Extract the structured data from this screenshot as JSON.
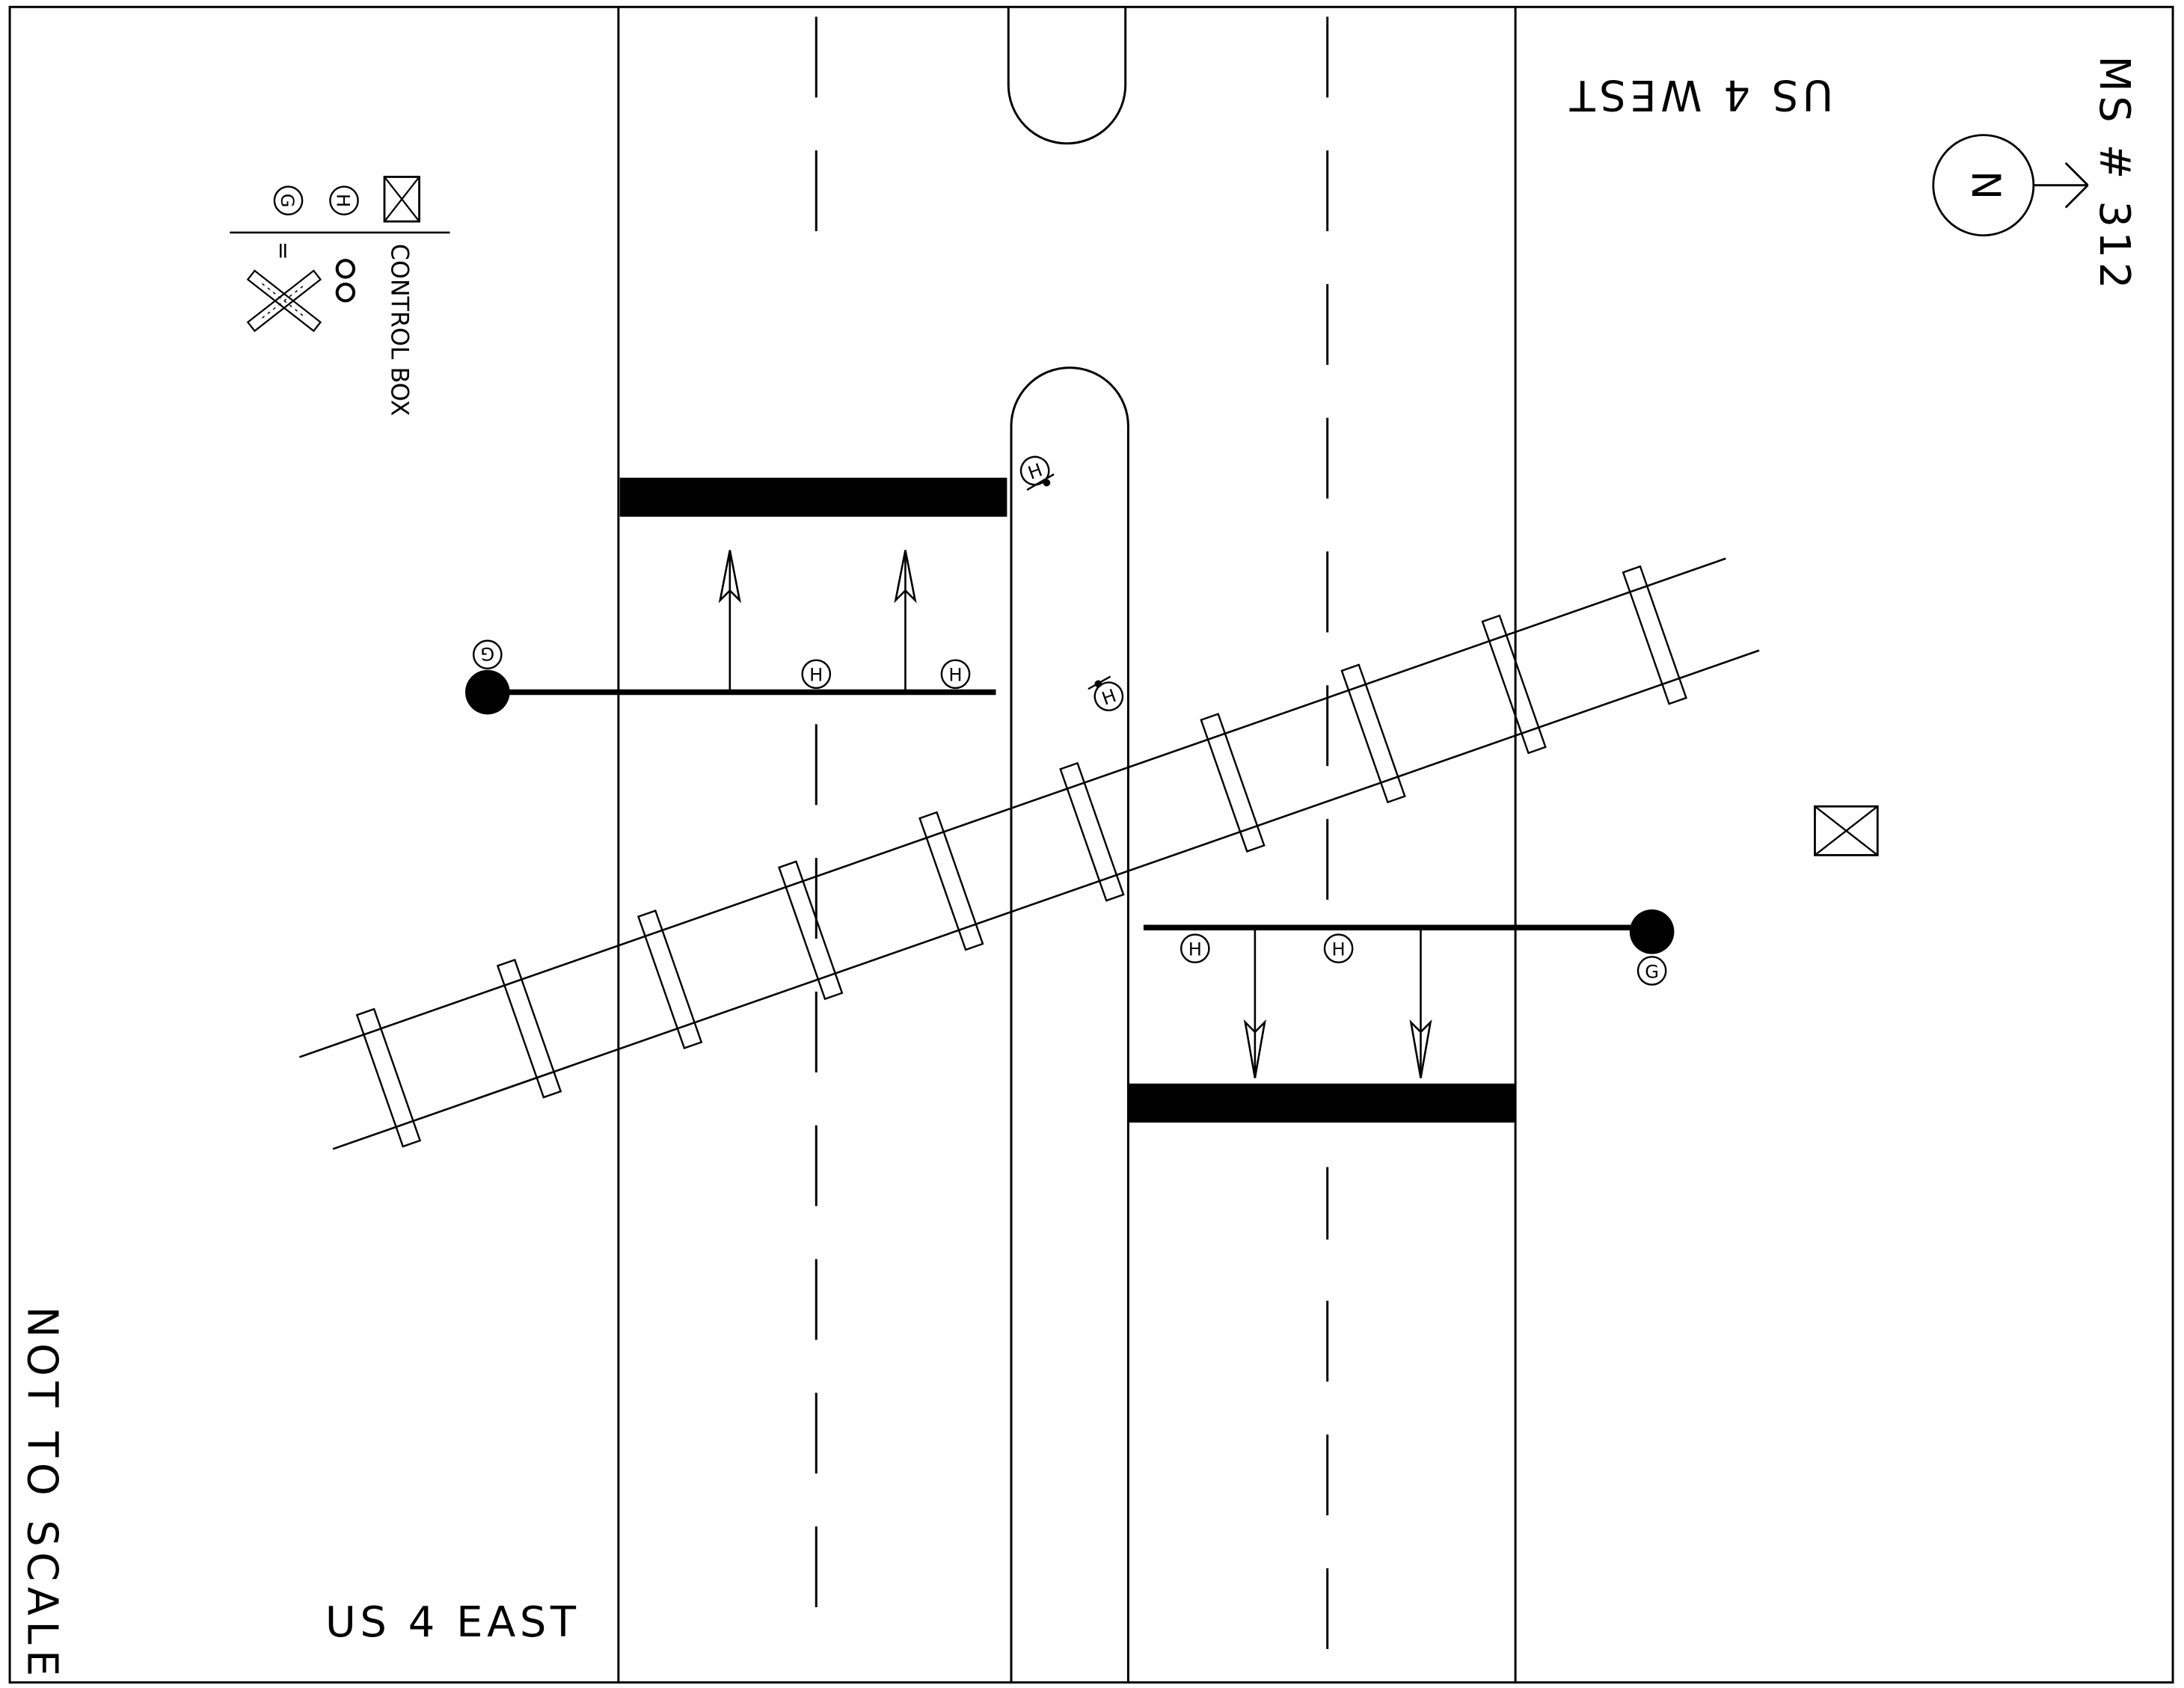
{
  "labels": {
    "ms_number": "MS # 312",
    "us4_west": "US 4 WEST",
    "us4_east": "US 4 EAST",
    "not_to_scale": "NOT TO SCALE",
    "north": "N"
  },
  "legend": {
    "gate_symbol": "G",
    "head_symbol": "H",
    "equals": "=",
    "control_box": "CONTROL BOX"
  },
  "markers": {
    "gate": "G",
    "head": "H"
  }
}
